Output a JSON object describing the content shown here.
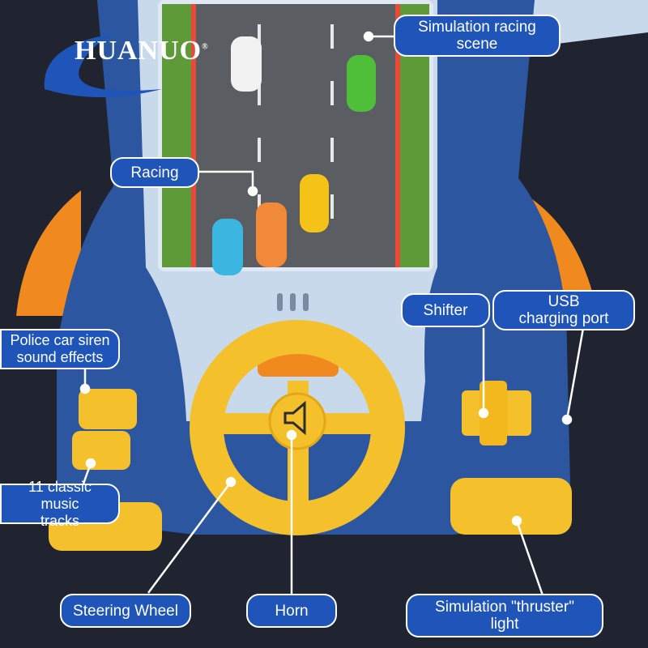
{
  "brand": {
    "logo_text": "HUANUO",
    "registered_mark": "®"
  },
  "colors": {
    "background": "#1f2430",
    "callout_fill": "#1f55b8",
    "callout_border": "#ffffff",
    "toy_blue": "#2c56a0",
    "panel_light": "#c9d9ec",
    "wheel_yellow": "#f4c02c",
    "thruster_orange": "#f08a1f",
    "road_gray": "#5a5d62"
  },
  "callouts": {
    "simulation_racing_scene": {
      "line1": "Simulation racing",
      "line2": "scene"
    },
    "racing": {
      "text": "Racing"
    },
    "shifter": {
      "text": "Shifter"
    },
    "usb_charging_port": {
      "line1": "USB",
      "line2": "charging port"
    },
    "police_siren": {
      "line1": "Police car siren",
      "line2": "sound effects"
    },
    "music_tracks": {
      "line1": "11 classic music",
      "line2": "tracks"
    },
    "steering_wheel": {
      "text": "Steering Wheel"
    },
    "horn": {
      "text": "Horn"
    },
    "thruster_light": {
      "line1": "Simulation \"thruster\"",
      "line2": "light"
    }
  },
  "icons": {
    "car_icons": [
      "white-car-icon",
      "green-car-icon",
      "yellow-car-icon",
      "orange-car-icon",
      "cyan-car-icon"
    ],
    "buttons": [
      "siren-button-icon",
      "music-button-icon",
      "horn-icon"
    ]
  }
}
